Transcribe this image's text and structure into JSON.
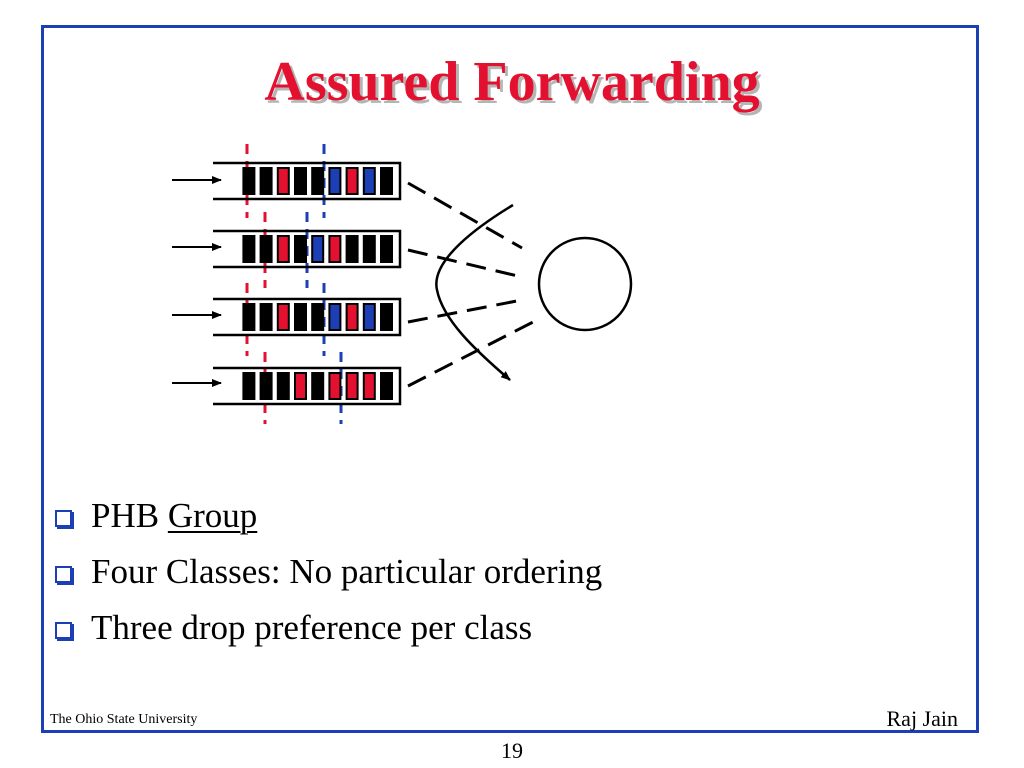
{
  "slide": {
    "title": "Assured Forwarding",
    "bullets": [
      {
        "prefix": "PHB ",
        "link": "Group",
        "suffix": ""
      },
      {
        "prefix": "Four Classes: No particular ordering",
        "link": "",
        "suffix": ""
      },
      {
        "prefix": "Three drop preference per class",
        "link": "",
        "suffix": ""
      }
    ],
    "footer_left": "The Ohio State University",
    "footer_right": "Raj Jain",
    "page_number": "19"
  },
  "diagram": {
    "colors": {
      "frame": "#1d3fb5",
      "title": "#e3102f",
      "red": "#e3102f",
      "blue": "#1d3fb5",
      "black": "#000000"
    },
    "queues": [
      {
        "cells": [
          "K",
          "K",
          "R",
          "K",
          "K",
          "B",
          "R",
          "B",
          "K"
        ]
      },
      {
        "cells": [
          "K",
          "K",
          "R",
          "K",
          "B",
          "R",
          "K",
          "K",
          "K"
        ]
      },
      {
        "cells": [
          "K",
          "K",
          "R",
          "K",
          "K",
          "B",
          "R",
          "B",
          "K"
        ]
      },
      {
        "cells": [
          "K",
          "K",
          "K",
          "R",
          "K",
          "R",
          "R",
          "R",
          "K"
        ]
      }
    ]
  }
}
